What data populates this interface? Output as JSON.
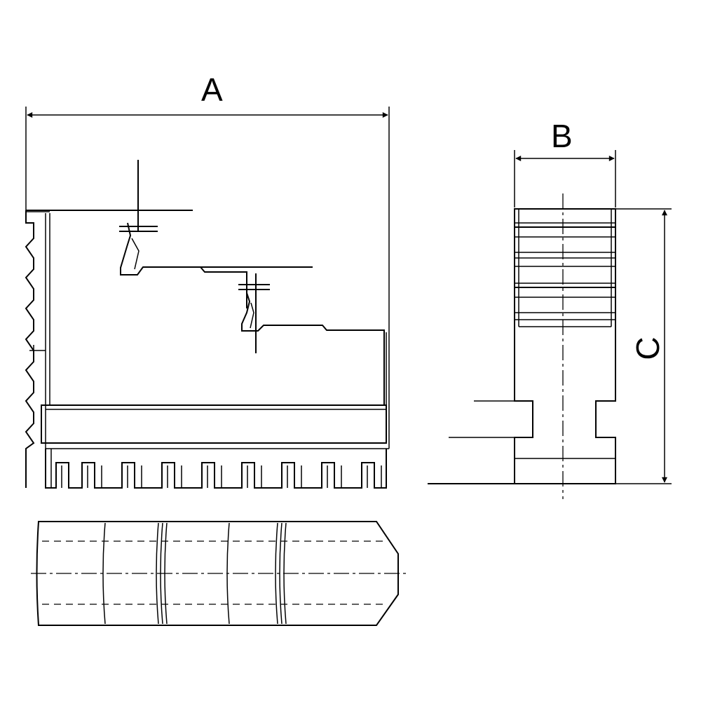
{
  "dimensions": {
    "a": "A",
    "b": "B",
    "c": "C"
  },
  "colors": {
    "line": "#000000",
    "background": "#ffffff"
  }
}
